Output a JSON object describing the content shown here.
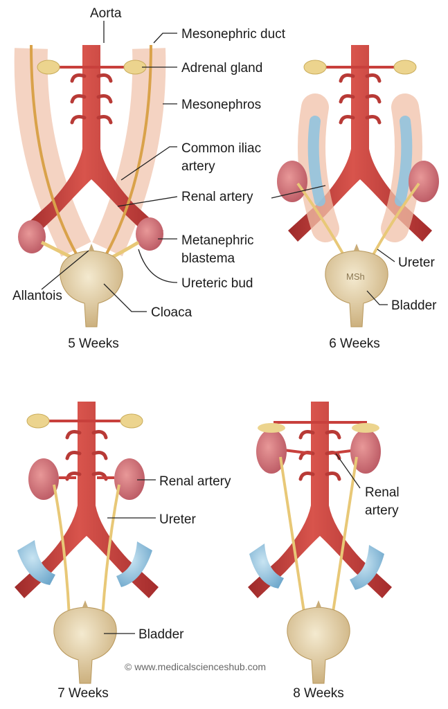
{
  "panels": {
    "week5": {
      "caption": "5 Weeks",
      "labels": {
        "aorta": "Aorta",
        "mesonephric_duct": "Mesonephric duct",
        "adrenal_gland": "Adrenal gland",
        "mesonephros": "Mesonephros",
        "common_iliac_artery_1": "Common iliac",
        "common_iliac_artery_2": "artery",
        "renal_artery": "Renal artery",
        "metanephric_blastema_1": "Metanephric",
        "metanephric_blastema_2": "blastema",
        "ureteric_bud": "Ureteric bud",
        "allantois": "Allantois",
        "cloaca": "Cloaca"
      }
    },
    "week6": {
      "caption": "6 Weeks",
      "labels": {
        "ureter": "Ureter",
        "bladder": "Bladder",
        "bladder_mark": "MSh"
      }
    },
    "week7": {
      "caption": "7 Weeks",
      "labels": {
        "renal_artery": "Renal artery",
        "ureter": "Ureter",
        "bladder": "Bladder"
      }
    },
    "week8": {
      "caption": "8 Weeks",
      "labels": {
        "renal_artery_1": "Renal",
        "renal_artery_2": "artery"
      }
    }
  },
  "watermark": "© www.medicalscienceshub.com",
  "colors": {
    "artery": "#c8403c",
    "kidney": "#d9737a",
    "adrenal": "#ecd48e",
    "bladder": "#e6d3a8",
    "ureter": "#e8c877",
    "gonad": "#8cc3e0",
    "mesonephros": "#f0c0a8"
  }
}
